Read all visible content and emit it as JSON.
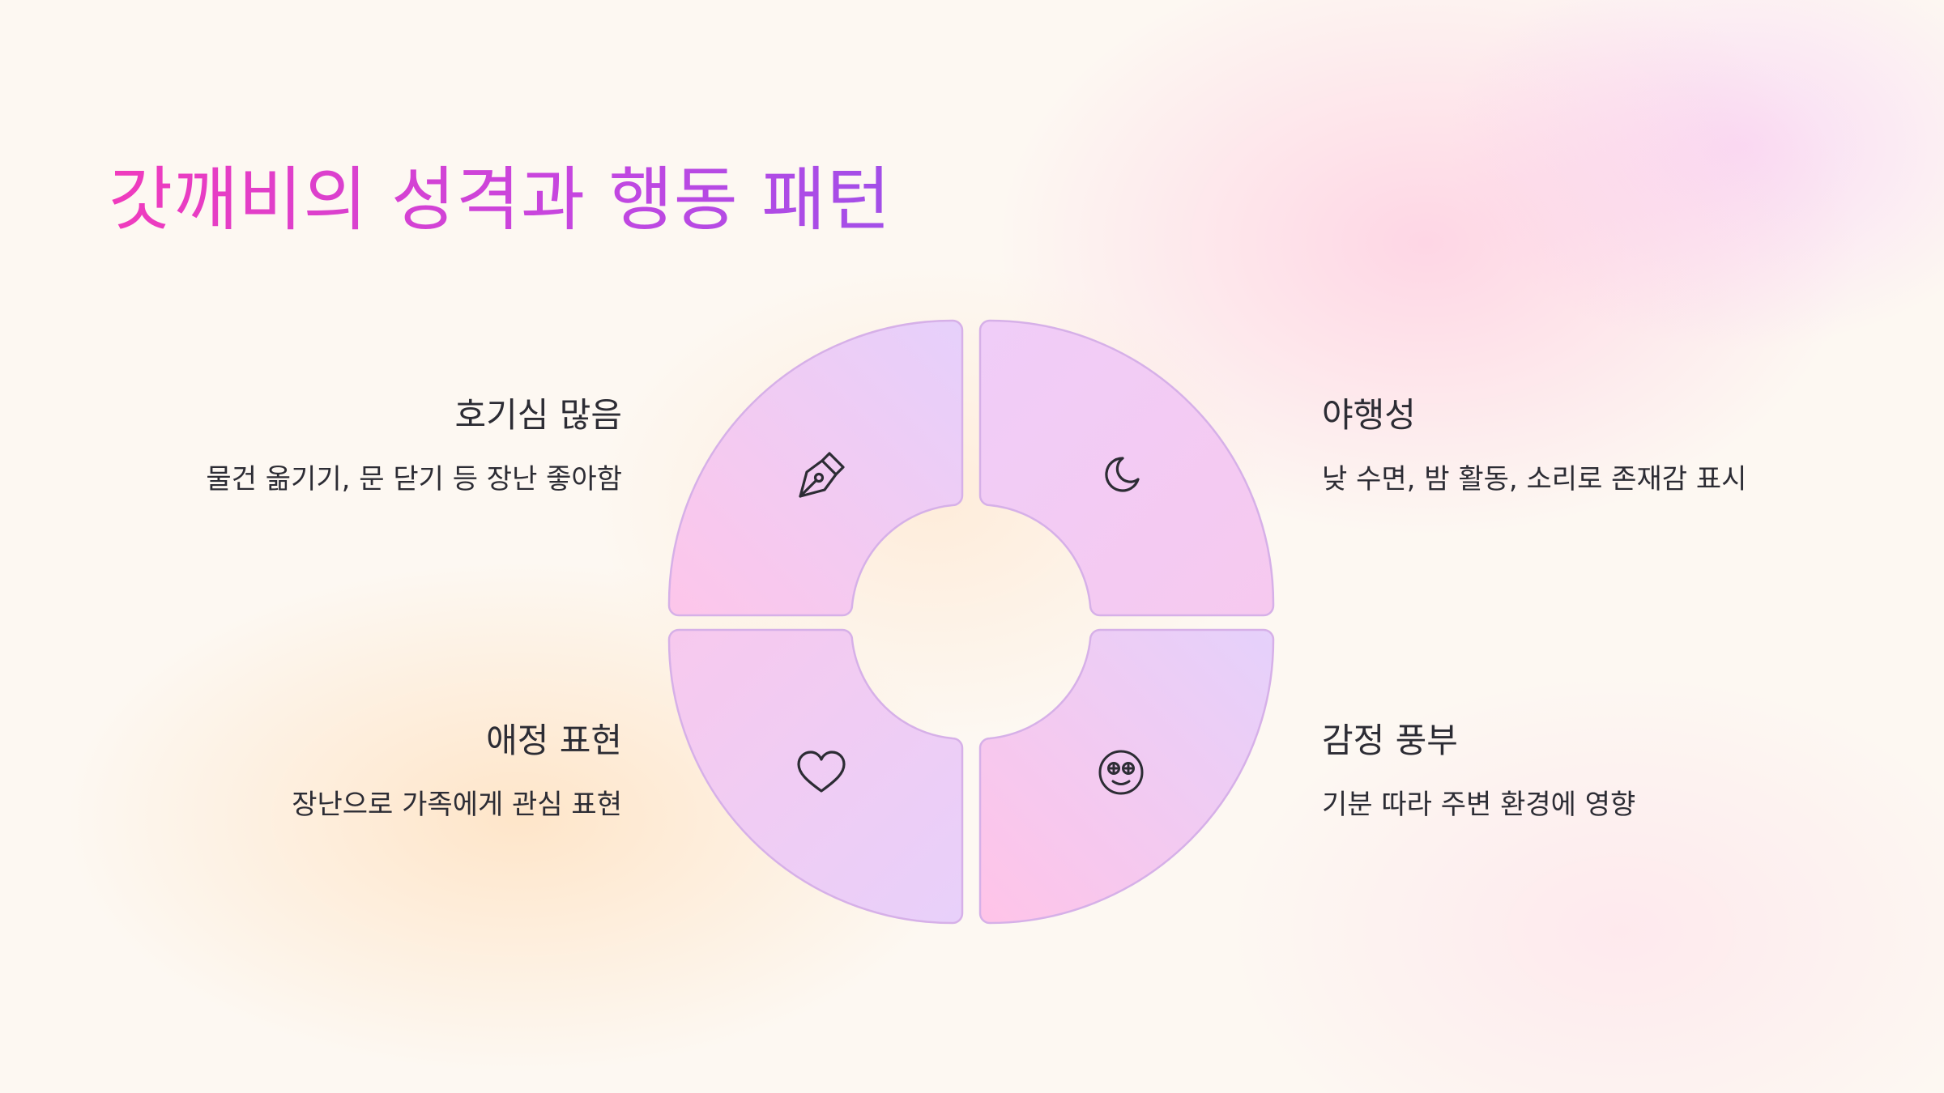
{
  "title": "갓깨비의 성격과 행동 패턴",
  "items": [
    {
      "head": "호기심 많음",
      "desc": "물건 옮기기, 문 닫기 등 장난 좋아함",
      "icon": "pen-nib-icon"
    },
    {
      "head": "야행성",
      "desc": "낮 수면, 밤 활동, 소리로 존재감 표시",
      "icon": "moon-icon"
    },
    {
      "head": "애정 표현",
      "desc": "장난으로 가족에게 관심 표현",
      "icon": "heart-icon"
    },
    {
      "head": "감정 풍부",
      "desc": "기분 따라 주변 환경에 영향",
      "icon": "starry-eyes-face-icon"
    }
  ],
  "colors": {
    "title_gradient": [
      "#f03bbd",
      "#a24ee8"
    ],
    "segment_pink": "#fdc6ea",
    "segment_lavender": "#e9cef8",
    "segment_border": "#d6b0e8",
    "text": "#2c2c34"
  }
}
